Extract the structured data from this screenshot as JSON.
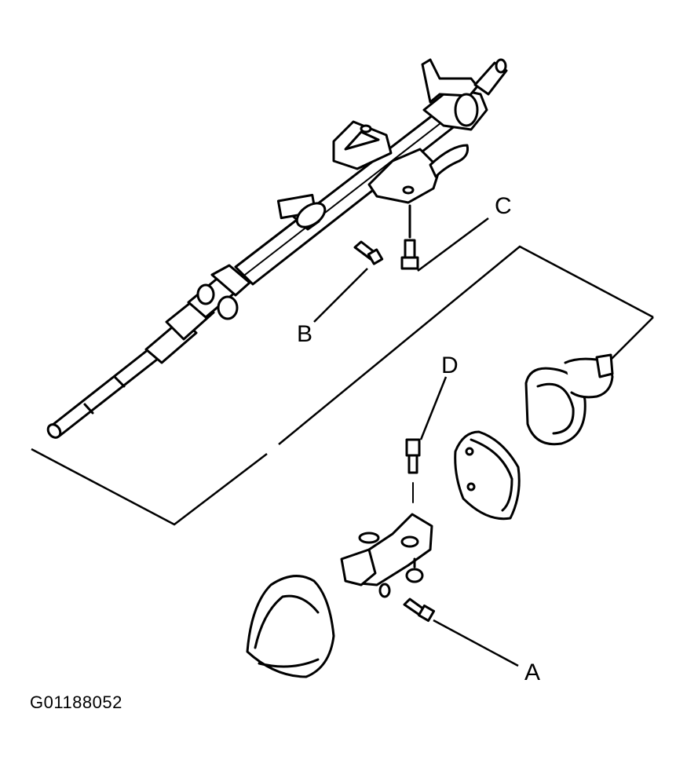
{
  "figure": {
    "id": "G01188052"
  },
  "callouts": {
    "a": "A",
    "b": "B",
    "c": "C",
    "d": "D"
  },
  "colors": {
    "ink": "#000000",
    "paper": "#ffffff"
  }
}
